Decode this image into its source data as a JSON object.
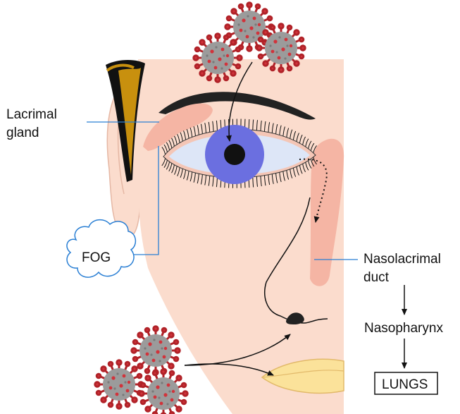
{
  "labels": {
    "lacrimal_gland_line1": "Lacrimal",
    "lacrimal_gland_line2": "gland",
    "fog": "FOG",
    "nasolacrimal_line1": "Nasolacrimal",
    "nasolacrimal_line2": "duct",
    "nasopharynx": "Nasopharynx",
    "lungs": "LUNGS"
  },
  "colors": {
    "skin": "#fbdccd",
    "skin_outline": "#e9b9a6",
    "gland": "#f5b5a4",
    "iris": "#6b6fe0",
    "sclera": "#dde6f7",
    "hair": "#c8900e",
    "lip": "#fbe29a",
    "leader_line": "#2a7fd4",
    "virus_body": "#9a9a9a",
    "virus_spike": "#c0272d"
  },
  "icons": [
    "virus-icon",
    "cloud-icon",
    "arrow-icon"
  ]
}
